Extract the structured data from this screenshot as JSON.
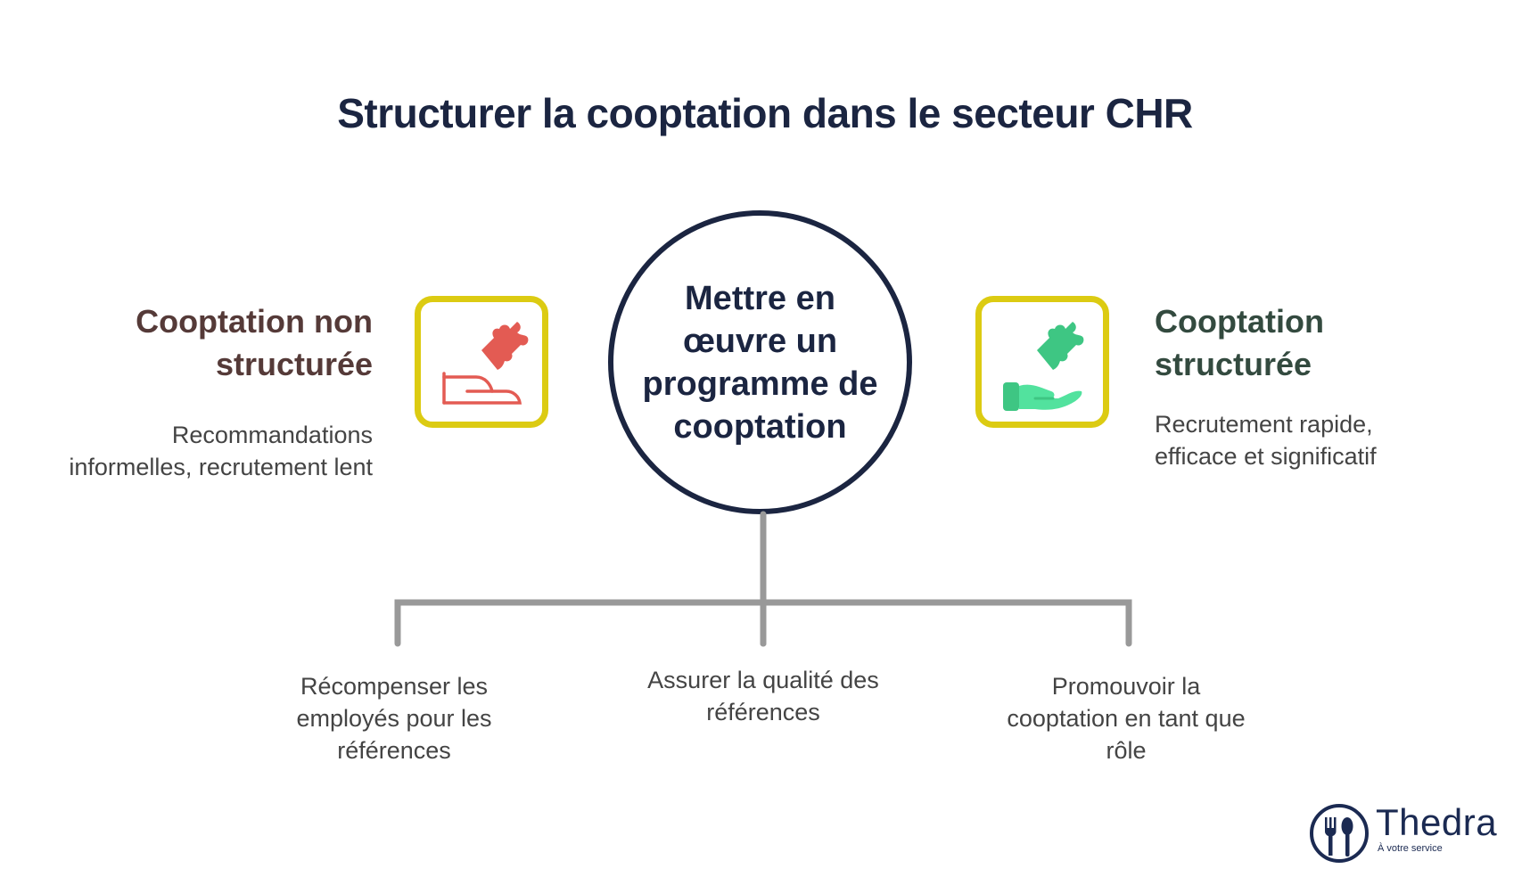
{
  "title": "Structurer la cooptation dans le secteur CHR",
  "left": {
    "heading_line1": "Cooptation non",
    "heading_line2": "structurée",
    "desc_line1": "Recommandations",
    "desc_line2": "informelles, recrutement lent",
    "icon": "hand-dropping-puzzle-piece-icon"
  },
  "center": {
    "line1": "Mettre en",
    "line2": "œuvre un",
    "line3": "programme de",
    "line4": "cooptation"
  },
  "right": {
    "heading_line1": "Cooptation",
    "heading_line2": "structurée",
    "desc_line1": "Recrutement rapide,",
    "desc_line2": "efficace et significatif",
    "icon": "hand-holding-puzzle-piece-icon"
  },
  "branches": [
    {
      "lines": [
        "Récompenser les",
        "employés pour les",
        "références"
      ]
    },
    {
      "lines": [
        "Assurer la qualité des",
        "références"
      ]
    },
    {
      "lines": [
        "Promouvoir la",
        "cooptation en tant que",
        "rôle"
      ]
    }
  ],
  "logo": {
    "name": "Thedra",
    "tagline": "À votre service"
  },
  "colors": {
    "title": "#1b2541",
    "left_heading": "#553a38",
    "right_heading": "#334a3f",
    "box_border": "#dccb12",
    "left_icon": "#e35b53",
    "right_icon": "#3ec683",
    "connector": "#999999"
  }
}
